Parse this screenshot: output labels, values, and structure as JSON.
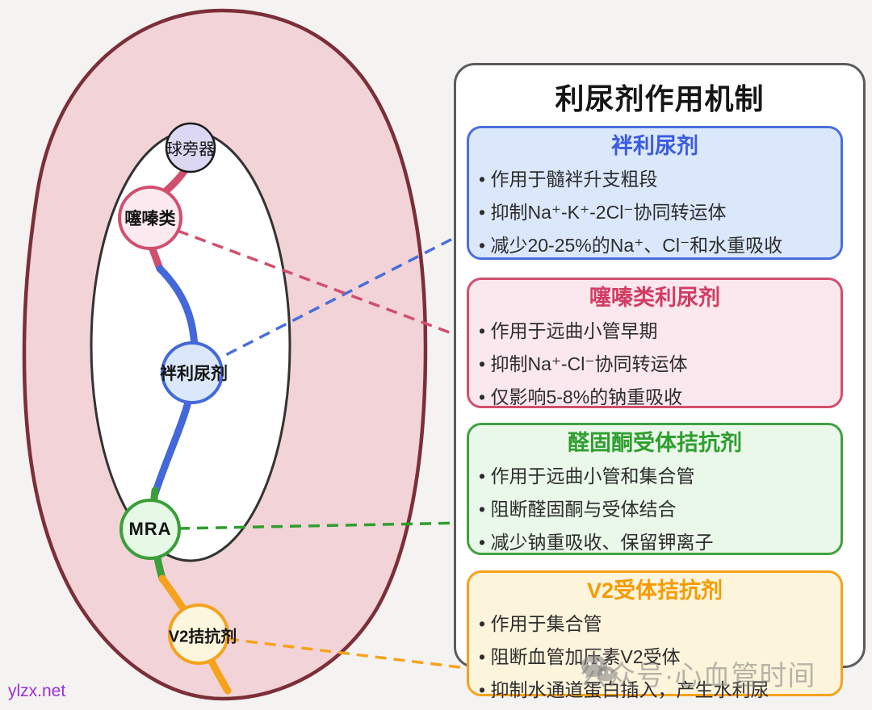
{
  "panel": {
    "title": "利尿剂作用机制",
    "boxes": [
      {
        "title": "袢利尿剂",
        "accent": "#4a6fd9",
        "bullets": [
          "作用于髓袢升支粗段",
          "抑制Na⁺-K⁺-2Cl⁻协同转运体",
          "减少20-25%的Na⁺、Cl⁻和水重吸收"
        ]
      },
      {
        "title": "噻嗪类利尿剂",
        "accent": "#d14f6e",
        "bullets": [
          "作用于远曲小管早期",
          "抑制Na⁺-Cl⁻协同转运体",
          "仅影响5-8%的钠重吸收"
        ]
      },
      {
        "title": "醛固酮受体拮抗剂",
        "accent": "#41a041",
        "bullets": [
          "作用于远曲小管和集合管",
          "阻断醛固酮与受体结合",
          "减少钠重吸收、保留钾离子"
        ]
      },
      {
        "title": "V2受体拮抗剂",
        "accent": "#f5a21c",
        "bullets": [
          "作用于集合管",
          "阻断血管加压素V2受体",
          "抑制水通道蛋白插入，产生水利尿"
        ]
      }
    ]
  },
  "kidney": {
    "nodes": [
      {
        "label": "球旁器",
        "fill": "#dcd7f2",
        "stroke": "#1a1a1a"
      },
      {
        "label": "噻嗪类",
        "fill": "#fdeaf0",
        "stroke": "#d14f6e"
      },
      {
        "label": "袢利尿剂",
        "fill": "#dbe8fb",
        "stroke": "#4468d9"
      },
      {
        "label": "MRA",
        "fill": "#e6f8e6",
        "stroke": "#3a9e3a"
      },
      {
        "label": "V2拮抗剂",
        "fill": "#fdf6de",
        "stroke": "#f5a21c"
      }
    ],
    "outer_fill": "#f2d3d8",
    "outer_stroke": "#7b2f38",
    "inner_fill": "#ffffff"
  },
  "watermarks": {
    "left": "ylzx.net",
    "right": "公众号·心血管时间"
  }
}
